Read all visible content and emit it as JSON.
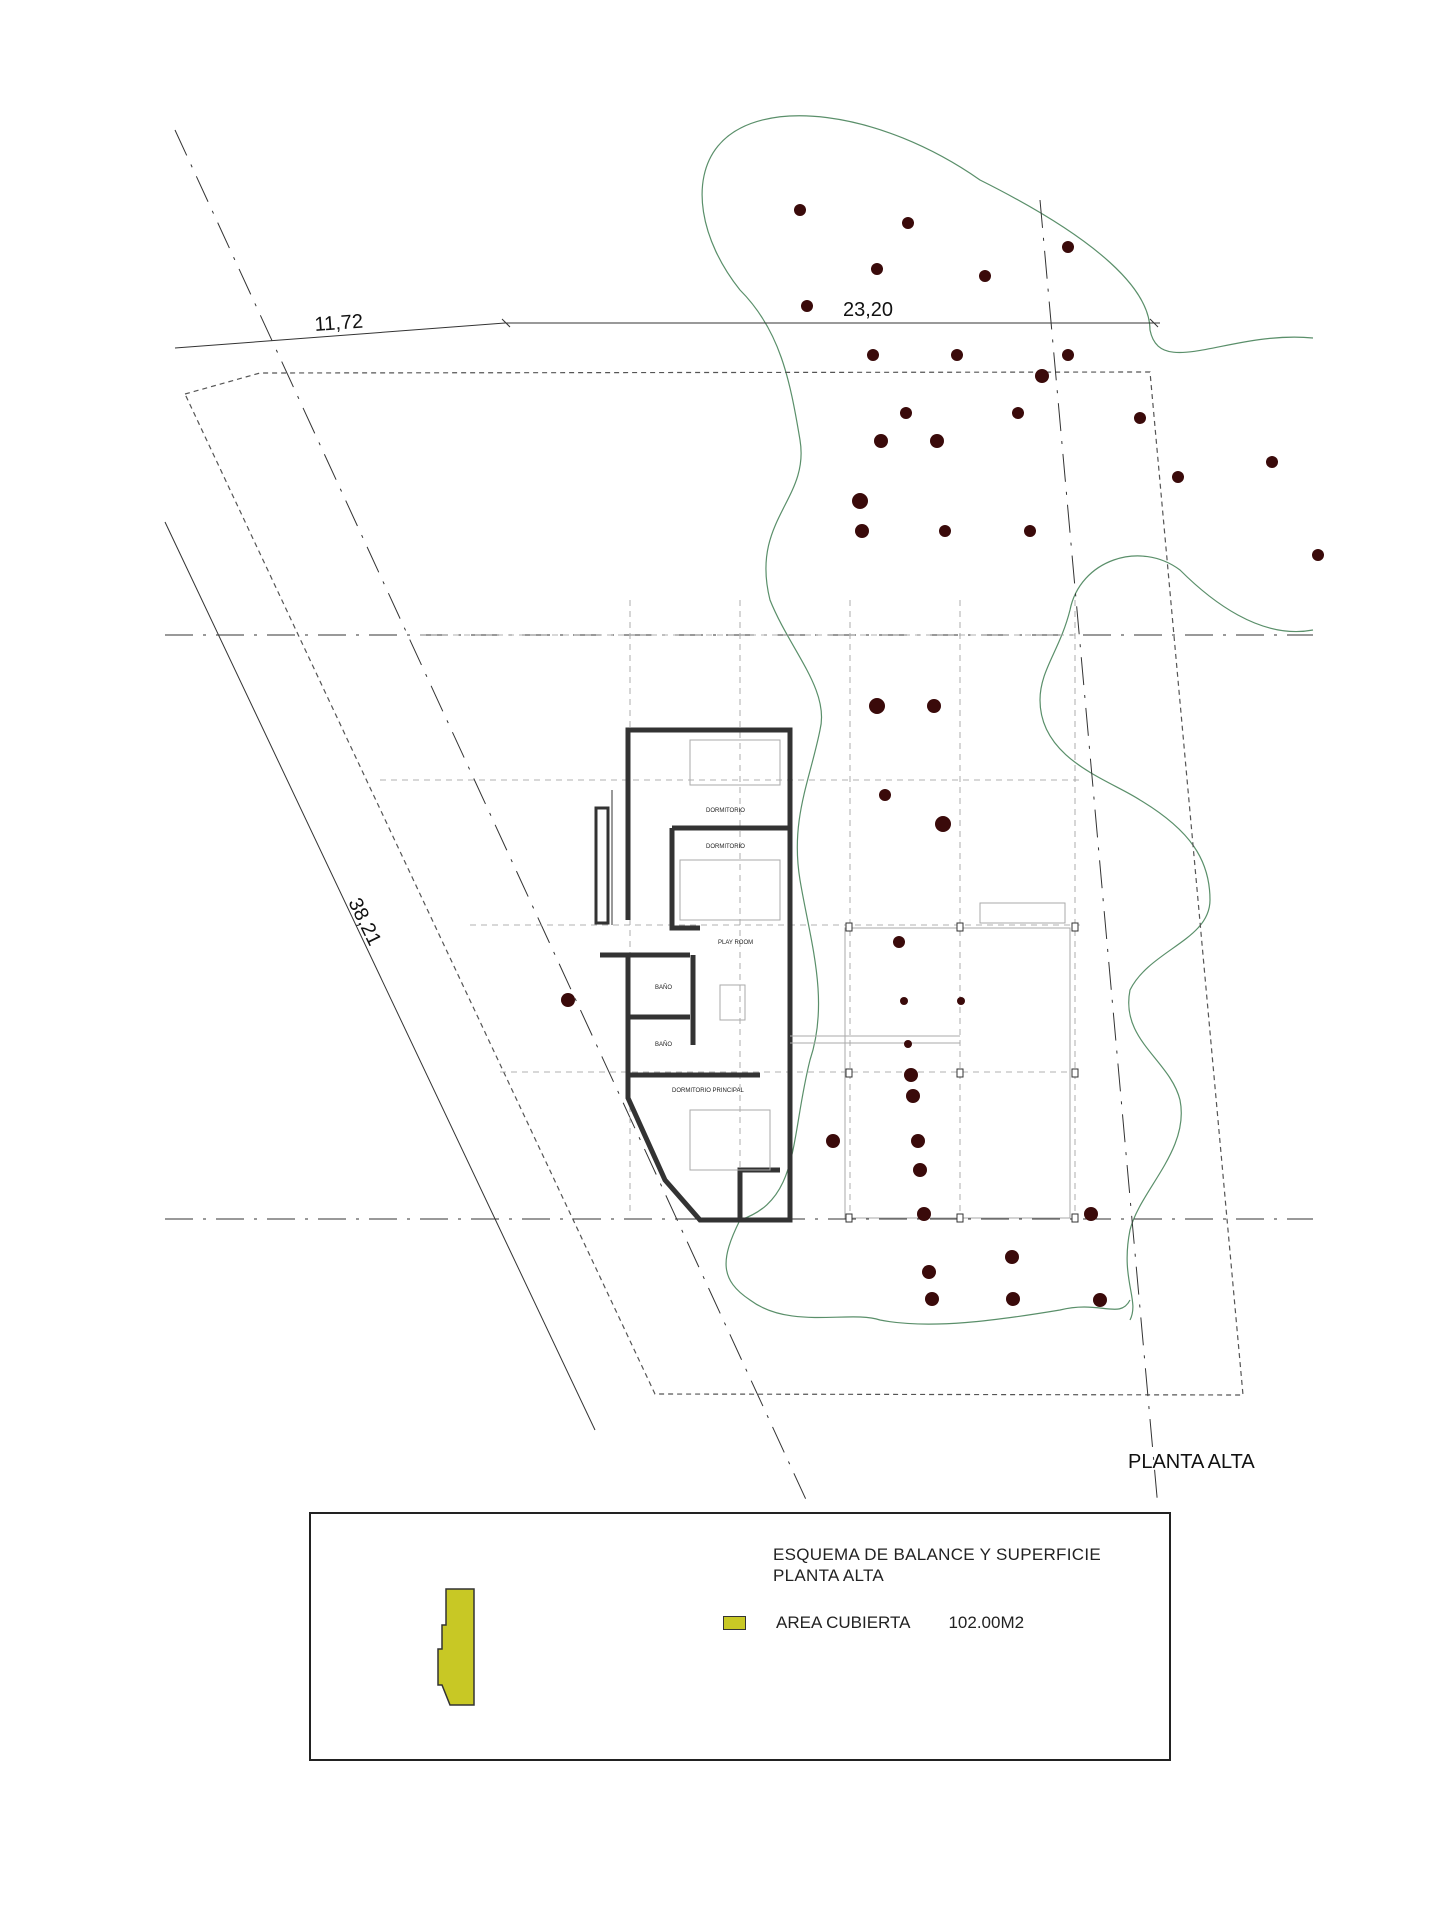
{
  "dimensions": {
    "top_left": "11,72",
    "top_right": "23,20",
    "side": "38,21"
  },
  "rooms": {
    "dormitorio_1": "DORMITORIO",
    "dormitorio_2": "DORMITORIO",
    "play_room": "PLAY ROOM",
    "bano_1": "BAÑO",
    "bano_2": "BAÑO",
    "dormitorio_principal": "DORMITORIO PRINCIPAL"
  },
  "plan_label": "PLANTA ALTA",
  "legend": {
    "title_line1": "ESQUEMA DE BALANCE Y SUPERFICIE",
    "title_line2": "PLANTA ALTA",
    "item_label": "AREA CUBIERTA",
    "item_value": "102.00M2",
    "swatch_color": "#c8c825"
  },
  "colors": {
    "tree": "#3a0a0a",
    "vegetation_outline": "#5a8f6a",
    "walls": "#333333"
  }
}
